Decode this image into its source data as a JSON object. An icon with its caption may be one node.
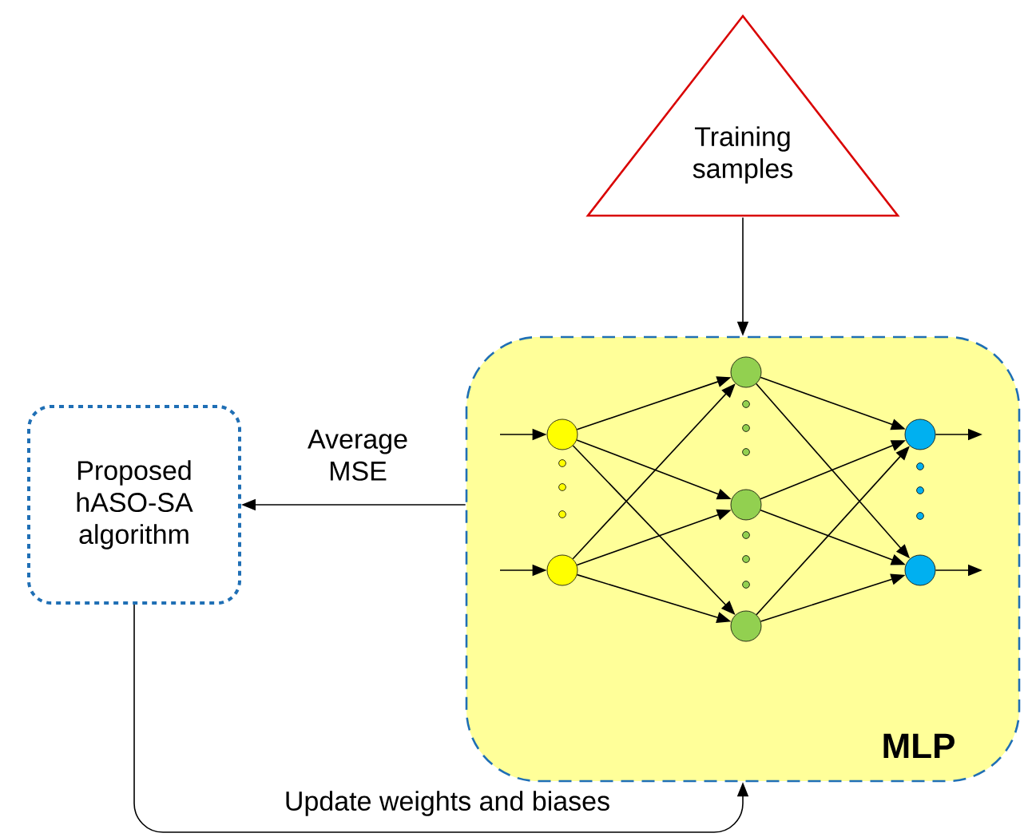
{
  "diagram": {
    "nodes": [
      {
        "text": [
          "Training samples"
        ]
      },
      {
        "text": [
          "MLP"
        ]
      },
      {
        "text": [
          "Proposed hASO-SA algorithm"
        ]
      },
      {
        "text": [],
        "shape": "circle",
        "in": 1
      },
      {
        "text": [],
        "shape": "circle",
        "in": 1
      },
      {
        "text": [],
        "shape": "circle",
        "in": 1
      },
      {
        "text": [],
        "shape": "circle",
        "in": 1
      },
      {
        "text": [],
        "shape": "circle",
        "in": 1
      },
      {
        "text": [],
        "shape": "circle",
        "in": 1
      },
      {
        "text": [],
        "shape": "circle",
        "in": 1
      }
    ],
    "edges": [
      {
        "from": 0,
        "to": 1,
        "arrow": "to"
      },
      {
        "from": 1,
        "to": 2,
        "arrow": "to",
        "label": "Average MSE"
      },
      {
        "from": 2,
        "to": 1,
        "arrow": "to",
        "label": "Update weights and biases"
      },
      {
        "from": null,
        "to": 3,
        "arrow": "to"
      },
      {
        "from": null,
        "to": 4,
        "arrow": "to"
      },
      {
        "from": 3,
        "to": 5,
        "arrow": "to"
      },
      {
        "from": 3,
        "to": 6,
        "arrow": "to"
      },
      {
        "from": 3,
        "to": 7,
        "arrow": "to"
      },
      {
        "from": 4,
        "to": 5,
        "arrow": "to"
      },
      {
        "from": 4,
        "to": 6,
        "arrow": "to"
      },
      {
        "from": 4,
        "to": 7,
        "arrow": "to"
      },
      {
        "from": 5,
        "to": 8,
        "arrow": "to"
      },
      {
        "from": 5,
        "to": 9,
        "arrow": "to"
      },
      {
        "from": 6,
        "to": 8,
        "arrow": "to"
      },
      {
        "from": 6,
        "to": 9,
        "arrow": "to"
      },
      {
        "from": 7,
        "to": 8,
        "arrow": "to"
      },
      {
        "from": 7,
        "to": 9,
        "arrow": "to"
      },
      {
        "from": 8,
        "to": null,
        "arrow": "to"
      },
      {
        "from": 9,
        "to": null,
        "arrow": "to"
      }
    ]
  }
}
